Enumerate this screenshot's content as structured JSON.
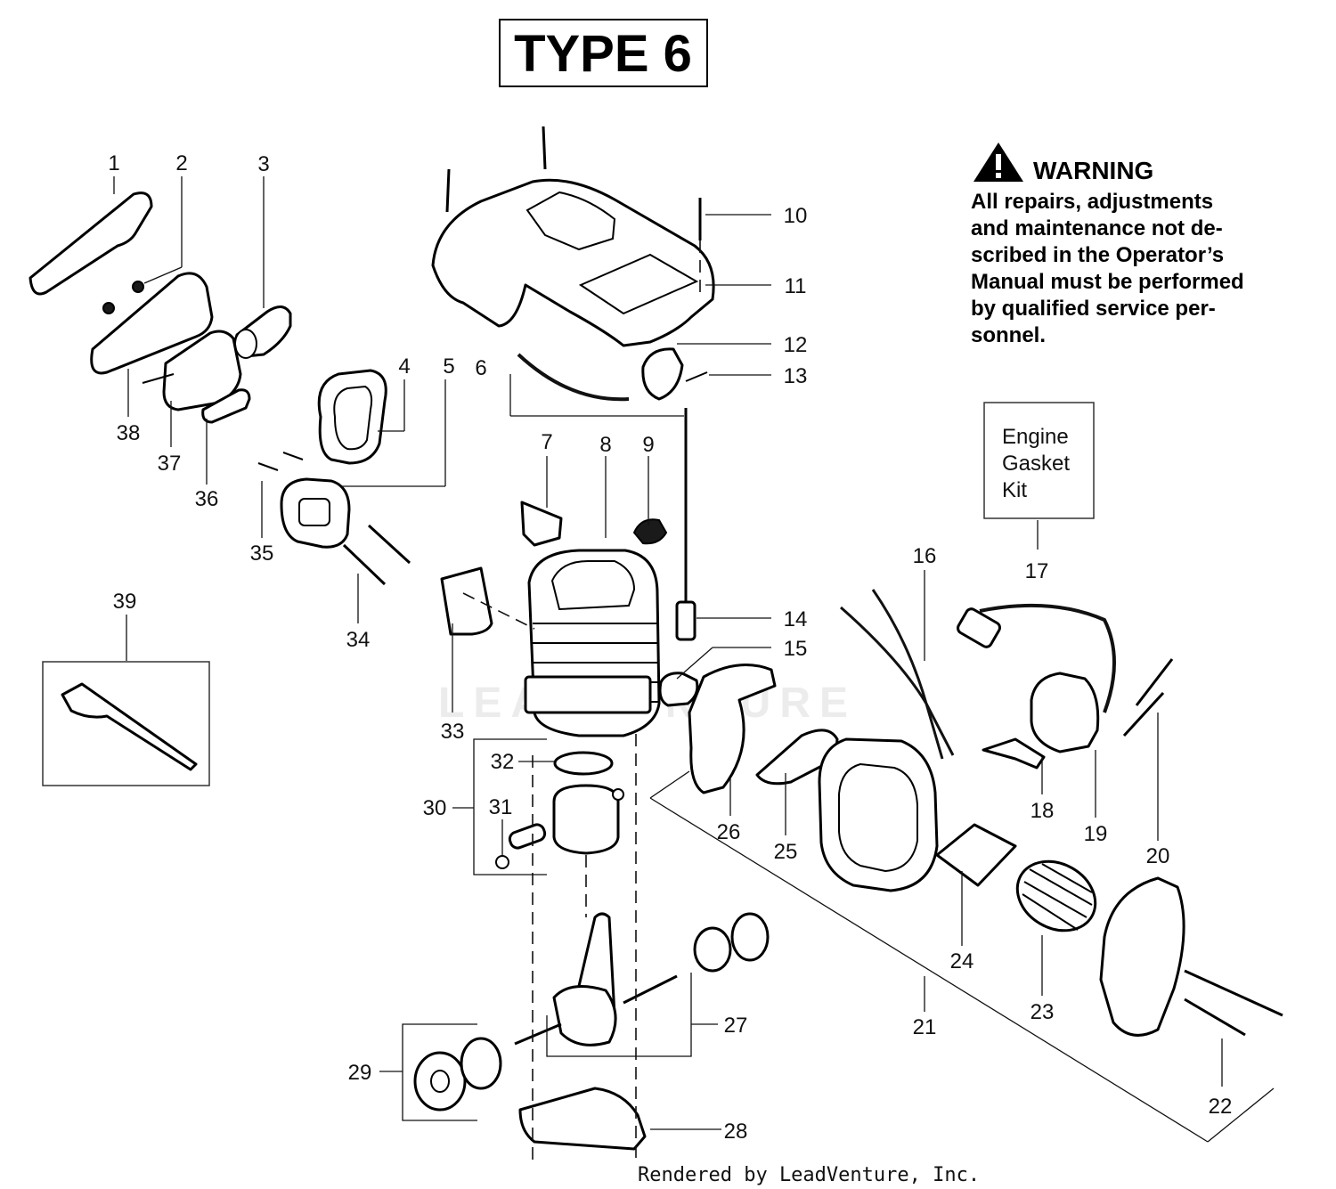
{
  "title": "TYPE 6",
  "warning": {
    "heading": "WARNING",
    "lines": [
      "All  repairs,  adjustments",
      "and maintenance not de-",
      "scribed in the Operator’s",
      "Manual must be performed",
      "by qualified  service per-",
      "sonnel."
    ]
  },
  "kit_label": {
    "lines": [
      "Engine",
      "Gasket",
      "Kit"
    ]
  },
  "watermark": "LEADVENTURE",
  "footer": "Rendered by LeadVenture, Inc.",
  "callouts": [
    "1",
    "2",
    "3",
    "4",
    "5",
    "6",
    "7",
    "8",
    "9",
    "10",
    "11",
    "12",
    "13",
    "14",
    "15",
    "16",
    "17",
    "18",
    "19",
    "20",
    "21",
    "22",
    "23",
    "24",
    "25",
    "26",
    "27",
    "28",
    "29",
    "30",
    "31",
    "32",
    "33",
    "34",
    "35",
    "36",
    "37",
    "38",
    "39"
  ],
  "icons": {
    "warning": "warning-triangle-icon"
  }
}
